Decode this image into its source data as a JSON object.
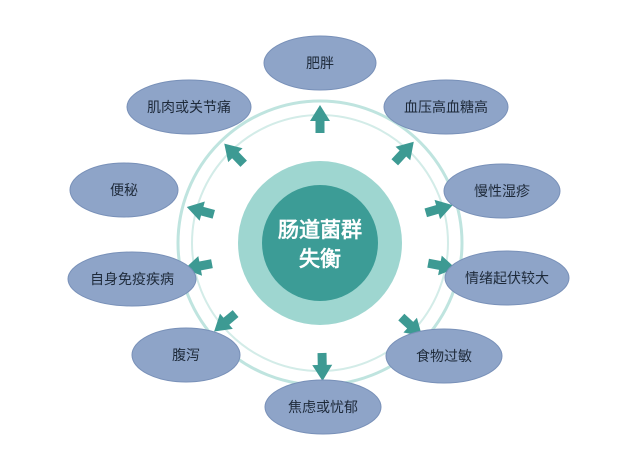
{
  "center": {
    "line1": "肠道菌群",
    "line2": "失衡"
  },
  "nodes": [
    {
      "label": "肥胖"
    },
    {
      "label": "血压高血糖高"
    },
    {
      "label": "慢性湿疹"
    },
    {
      "label": "情绪起伏较大"
    },
    {
      "label": "食物过敏"
    },
    {
      "label": "焦虑或忧郁"
    },
    {
      "label": "腹泻"
    },
    {
      "label": "自身免疫疾病"
    },
    {
      "label": "便秘"
    },
    {
      "label": "肌肉或关节痛"
    }
  ],
  "colors": {
    "center_fill": "#3c9c96",
    "center_halo": "#9ed6d0",
    "ring_outer": "#bfe4df",
    "ring_inner": "#d3ece8",
    "arrow": "#3d9a93",
    "node_fill": "#8ea4c8",
    "node_stroke": "#7890b8",
    "node_text": "#1e2a3a",
    "center_text": "#ffffff"
  }
}
